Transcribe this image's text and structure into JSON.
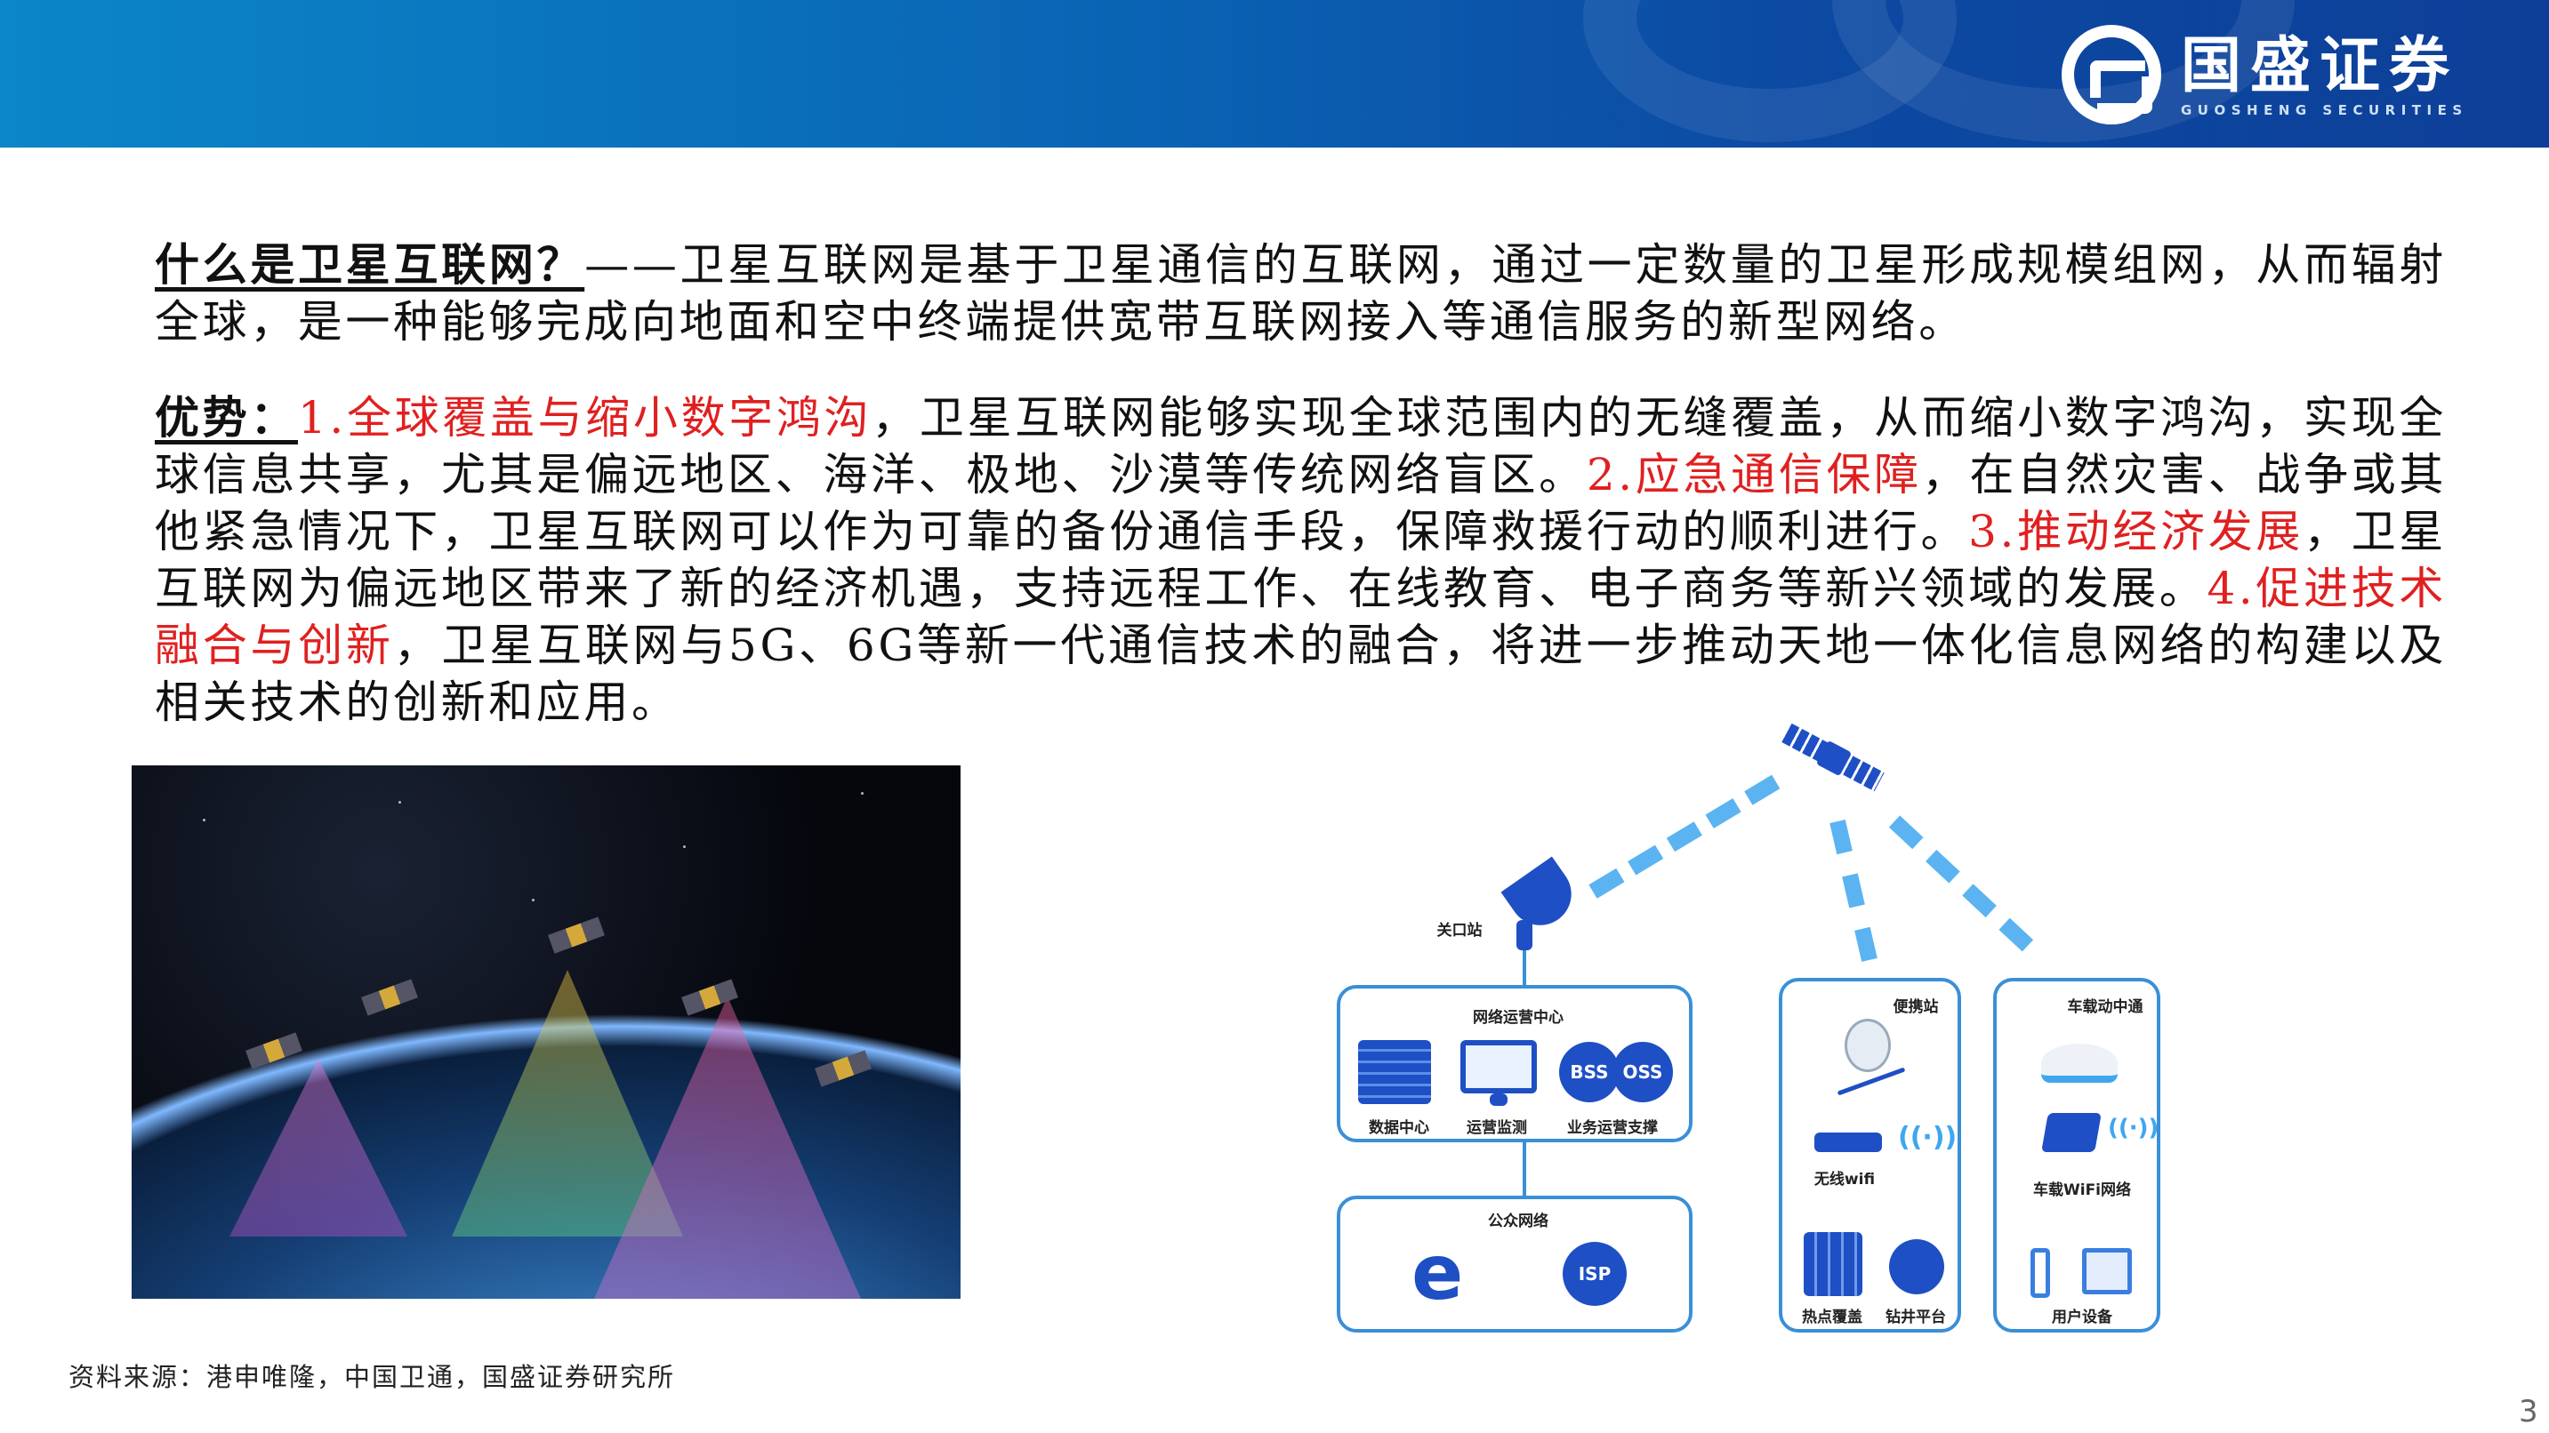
{
  "header": {
    "logo_cn": "国盛证券",
    "logo_en": "GUOSHENG SECURITIES"
  },
  "intro": {
    "question": "什么是卫星互联网？",
    "text": "——卫星互联网是基于卫星通信的互联网，通过一定数量的卫星形成规模组网，从而辐射全球，是一种能够完成向地面和空中终端提供宽带互联网接入等通信服务的新型网络。"
  },
  "advantages": {
    "label": "优势：",
    "seg": [
      {
        "text": "1.全球覆盖与缩小数字鸿沟",
        "red": true
      },
      {
        "text": "，卫星互联网能够实现全球范围内的无缝覆盖，从而缩小数字鸿沟，实现全球信息共享，尤其是偏远地区、海洋、极地、沙漠等传统网络盲区。",
        "red": false
      },
      {
        "text": "2.应急通信保障",
        "red": true
      },
      {
        "text": "，在自然灾害、战争或其他紧急情况下，卫星互联网可以作为可靠的备份通信手段，保障救援行动的顺利进行。",
        "red": false
      },
      {
        "text": "3.推动经济发展",
        "red": true
      },
      {
        "text": "，卫星互联网为偏远地区带来了新的经济机遇，支持远程工作、在线教育、电子商务等新兴领域的发展。",
        "red": false
      },
      {
        "text": "4.促进技术融合与创新",
        "red": true
      },
      {
        "text": "，卫星互联网与5G、6G等新一代通信技术的融合，将进一步推动天地一体化信息网络的构建以及相关技术的创新和应用。",
        "red": false
      }
    ]
  },
  "diagram": {
    "gateway": "关口站",
    "noc": {
      "title": "网络运营中心",
      "items": [
        "数据中心",
        "运营监测",
        "业务运营支撑"
      ],
      "bss": "BSS",
      "oss": "OSS"
    },
    "public": {
      "title": "公众网络",
      "isp": "ISP",
      "ie": "e"
    },
    "portable": {
      "title": "便携站",
      "items": [
        "无线wifi",
        "热点覆盖",
        "钻井平台"
      ]
    },
    "vehicle": {
      "title": "车载动中通",
      "items": [
        "车载WiFi网络",
        "用户设备"
      ]
    }
  },
  "source": "资料来源：港申唯隆，中国卫通，国盛证券研究所",
  "page_number": "3"
}
